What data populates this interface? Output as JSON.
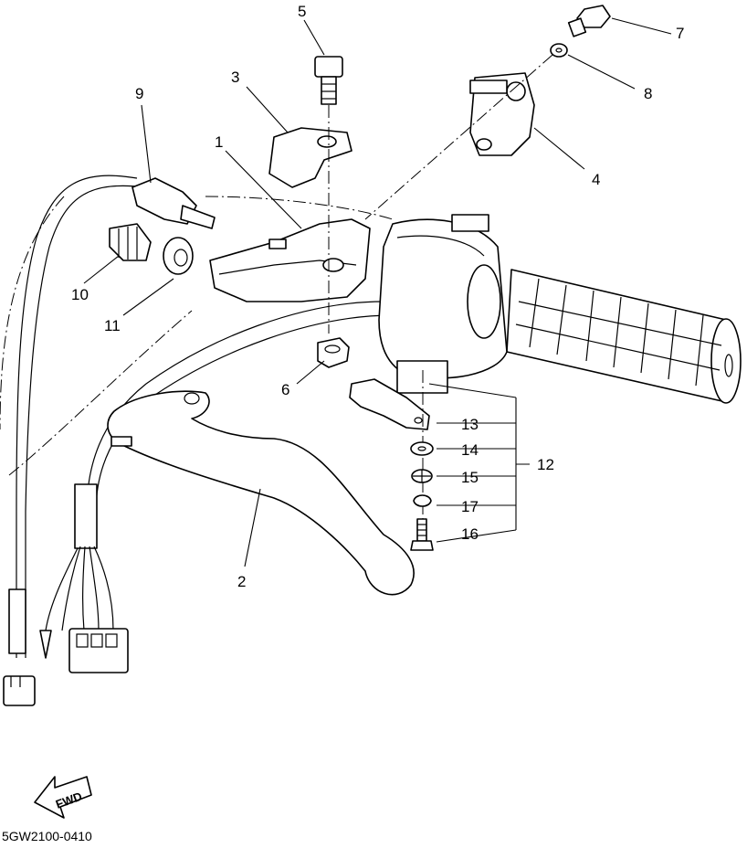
{
  "diagram": {
    "drawing_code": "5GW2100-0410",
    "direction_arrow_label": "FWD",
    "callouts": [
      {
        "id": "1",
        "label": "1"
      },
      {
        "id": "2",
        "label": "2"
      },
      {
        "id": "3",
        "label": "3"
      },
      {
        "id": "4",
        "label": "4"
      },
      {
        "id": "5",
        "label": "5"
      },
      {
        "id": "6",
        "label": "6"
      },
      {
        "id": "7",
        "label": "7"
      },
      {
        "id": "8",
        "label": "8"
      },
      {
        "id": "9",
        "label": "9"
      },
      {
        "id": "10",
        "label": "10"
      },
      {
        "id": "11",
        "label": "11"
      },
      {
        "id": "12",
        "label": "12"
      },
      {
        "id": "13",
        "label": "13"
      },
      {
        "id": "14",
        "label": "14"
      },
      {
        "id": "15",
        "label": "15"
      },
      {
        "id": "16",
        "label": "16"
      },
      {
        "id": "17",
        "label": "17"
      }
    ]
  }
}
